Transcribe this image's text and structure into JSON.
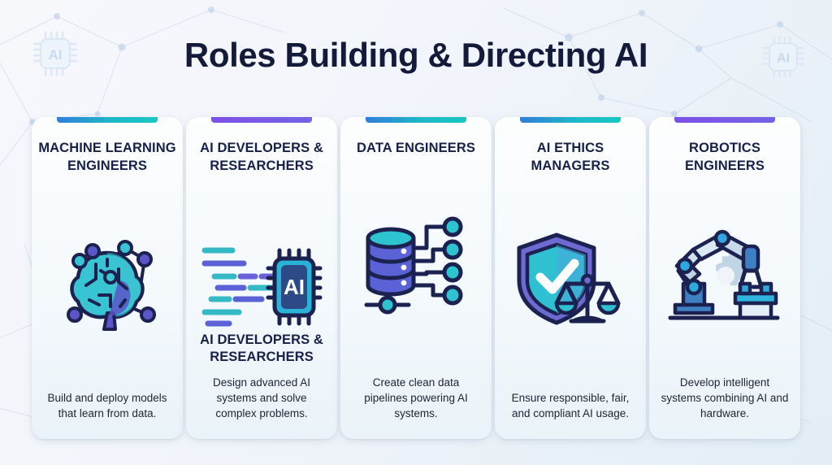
{
  "header": {
    "title": "Roles Building & Directing AI",
    "chip_left_label": "AI",
    "chip_right_label": "AI"
  },
  "cards": [
    {
      "title": "MACHINE LEARNING ENGINEERS",
      "subtitle": "",
      "description": "Build and deploy models that learn from data.",
      "icon": "brain-network-icon",
      "accent": "blue",
      "accent_colors": [
        "#2f7fd8",
        "#18c8c0"
      ]
    },
    {
      "title": "AI DEVELOPERS & RESEARCHERS",
      "subtitle": "AI DEVELOPERS & RESEARCHERS",
      "description": "Design advanced AI systems and solve complex problems.",
      "icon": "ai-chip-code-icon",
      "accent": "purple",
      "accent_colors": [
        "#7b50e8",
        "#6f63e4"
      ]
    },
    {
      "title": "DATA ENGINEERS",
      "subtitle": "",
      "description": "Create clean data pipelines powering AI systems.",
      "icon": "database-pipeline-icon",
      "accent": "blue",
      "accent_colors": [
        "#2f7fd8",
        "#18c8c0"
      ]
    },
    {
      "title": "AI ETHICS MANAGERS",
      "subtitle": "",
      "description": "Ensure responsible, fair, and compliant AI usage.",
      "icon": "shield-check-scales-icon",
      "accent": "blue",
      "accent_colors": [
        "#2f7fd8",
        "#18c8c0"
      ]
    },
    {
      "title": "ROBOTICS ENGINEERS",
      "subtitle": "",
      "description": "Develop intelligent systems combining AI and hardware.",
      "icon": "robot-arm-gear-icon",
      "accent": "purple",
      "accent_colors": [
        "#7b50e8",
        "#6f63e4"
      ]
    }
  ],
  "theme": {
    "background": "#eef3fa",
    "title_color": "#131a3a",
    "card_background": "#f7fbfd",
    "icon_outline": "#1b2250",
    "icon_cyan": "#29c4d8",
    "icon_teal": "#35b9c6",
    "icon_blue": "#4a5fc4",
    "icon_purple": "#5b55c8",
    "icon_steel": "#3f7fc4"
  }
}
